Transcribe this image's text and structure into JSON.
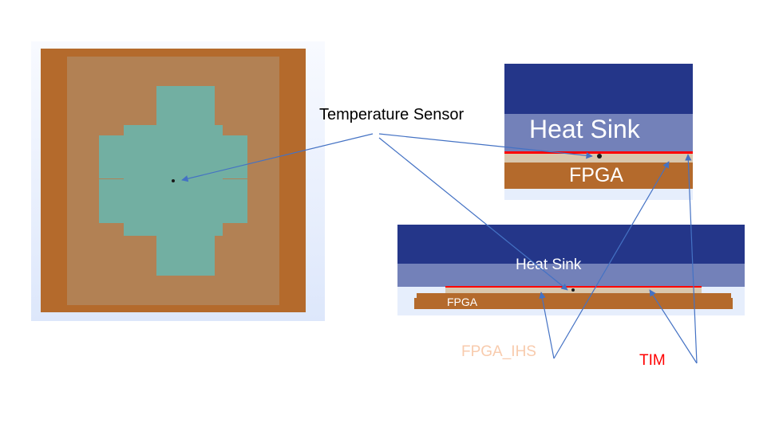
{
  "colors": {
    "panel_bg_top": "#f8faff",
    "panel_bg_bottom": "#dde7fb",
    "fpga_brown": "#b46a2c",
    "ihs_light_brown": "#b28154",
    "die_teal": "#72afa2",
    "heatsink_dark": "#243689",
    "heatsink_light": "#7381b9",
    "tim_red": "#ff0000",
    "ihs_beige": "#d9c7ad",
    "sensor_dot": "#1a1a1a",
    "arrow_blue": "#4472c4",
    "ihs_label": "#f8cbad",
    "tim_label": "#ff0000",
    "text_dark": "#000000",
    "text_white": "#ffffff"
  },
  "labels": {
    "temperature_sensor": "Temperature Sensor",
    "heat_sink_large": "Heat Sink",
    "fpga_large": "FPGA",
    "heat_sink_small": "Heat Sink",
    "fpga_small": "FPGA",
    "fpga_ihs": "FPGA_IHS",
    "tim": "TIM"
  },
  "figures": {
    "top_view": {
      "name": "FPGA top view with die"
    },
    "side_view_zoomed": {
      "name": "Zoomed cross-section"
    },
    "side_view_full": {
      "name": "Full cross-section"
    }
  }
}
